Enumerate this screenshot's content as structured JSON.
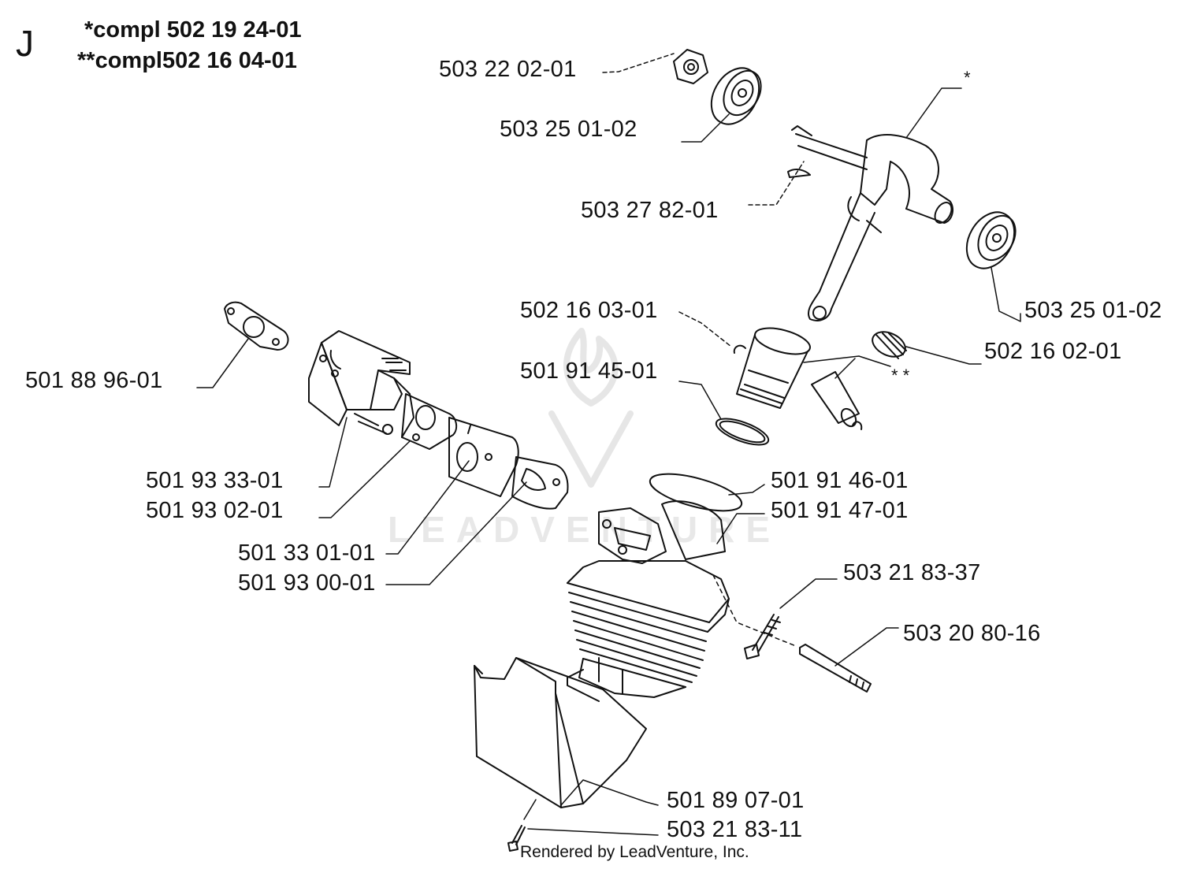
{
  "page": {
    "section_letter": "J",
    "completion_note_1": "*compl 502 19 24-01",
    "completion_note_2": "**compl502 16 04-01",
    "footer": "Rendered by LeadVenture, Inc.",
    "watermark": "LEADVENTURE"
  },
  "markers": {
    "crankshaft_star": "*",
    "piston_kit_stars": "* *"
  },
  "parts": [
    {
      "number": "503 22 02-01"
    },
    {
      "number": "503 25 01-02"
    },
    {
      "number": "503 27 82-01"
    },
    {
      "number": "503 25 01-02"
    },
    {
      "number": "502 16 03-01"
    },
    {
      "number": "502 16 02-01"
    },
    {
      "number": "501 91 45-01"
    },
    {
      "number": "501 88 96-01"
    },
    {
      "number": "501 93 33-01"
    },
    {
      "number": "501 93 02-01"
    },
    {
      "number": "501 33 01-01"
    },
    {
      "number": "501 93 00-01"
    },
    {
      "number": "501 91 46-01"
    },
    {
      "number": "501 91 47-01"
    },
    {
      "number": "503 21 83-37"
    },
    {
      "number": "503 20 80-16"
    },
    {
      "number": "501 89 07-01"
    },
    {
      "number": "503 21 83-11"
    }
  ]
}
